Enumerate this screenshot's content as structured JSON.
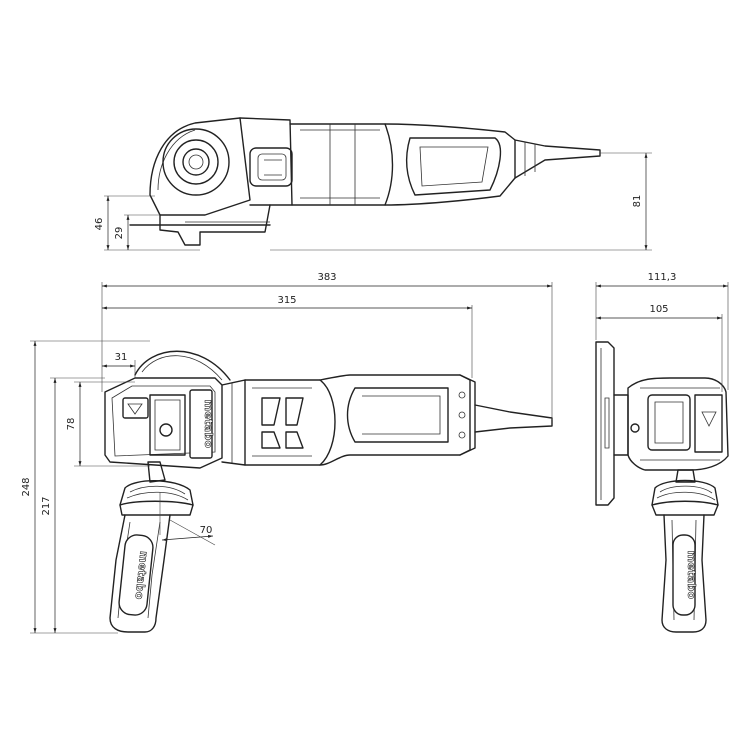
{
  "dimensions": {
    "height_total": "81",
    "height_guard": "46",
    "height_spindle": "29",
    "length_total": "383",
    "length_body": "315",
    "offset_guard": "31",
    "height_head": "78",
    "height_handle_total": "248",
    "height_handle": "217",
    "handle_angle_offset": "70",
    "width_total": "111,3",
    "width_guard": "105"
  },
  "branding": {
    "logo_text": "metabo"
  },
  "colors": {
    "line": "#222222",
    "background": "#ffffff"
  }
}
